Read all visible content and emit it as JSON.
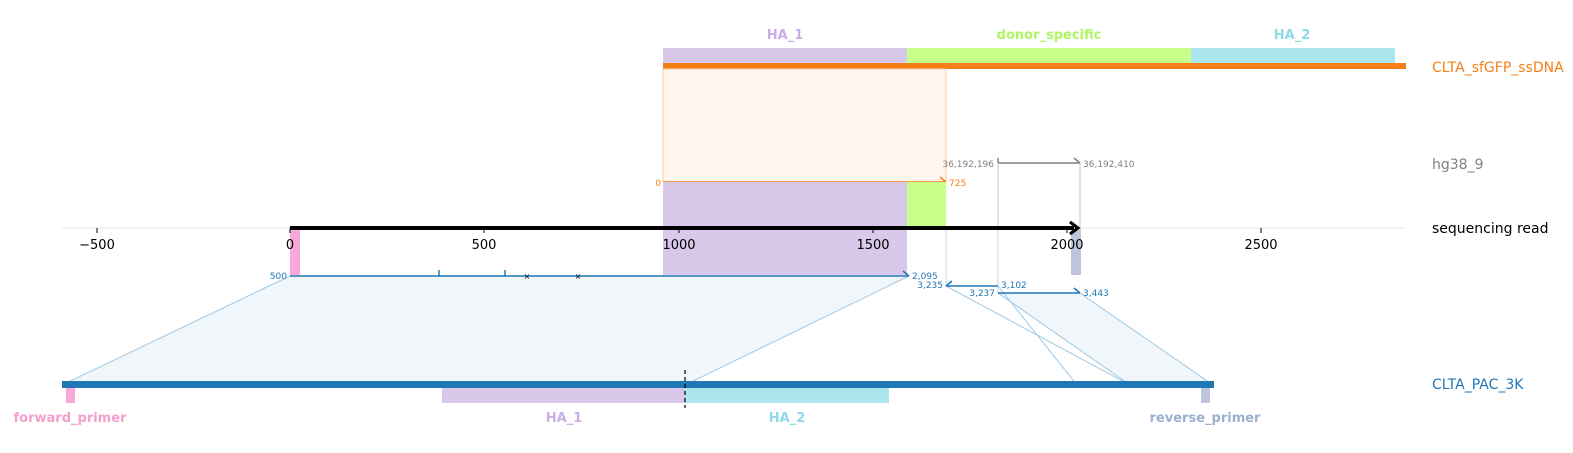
{
  "colors": {
    "ha1": "#d8c8ea",
    "ha1_text": "#c9aee6",
    "donor": "#c8ff8a",
    "donor_text": "#adf562",
    "ha2": "#abe6ef",
    "ha2_text": "#8cd9e7",
    "orange": "#f57f17",
    "gray": "#808080",
    "blue": "#1f77b4",
    "light_blue": "#9ec9e6",
    "pink": "#f9a9d9",
    "pink_text": "#f59fcf",
    "slate": "#bcc5dc",
    "slate_text": "#9cb0cf",
    "black": "#000000"
  },
  "top_features": {
    "ha1": "HA_1",
    "donor": "donor_specific",
    "ha2": "HA_2"
  },
  "bottom_features": {
    "forward_primer": "forward_primer",
    "ha1": "HA_1",
    "ha2": "HA_2",
    "reverse_primer": "reverse_primer"
  },
  "tracks": {
    "donor": "CLTA_sfGFP_ssDNA",
    "genome": "hg38_9",
    "read": "sequencing read",
    "amplicon": "CLTA_PAC_3K"
  },
  "axis": {
    "ticks": [
      "−500",
      "0",
      "500",
      "1000",
      "1500",
      "2000",
      "2500"
    ]
  },
  "coords": {
    "genome_start": "36,192,196",
    "genome_end": "36,192,410",
    "donor_start": "0",
    "donor_end": "725",
    "amp_start": "500",
    "amp_end": "2,095",
    "amp_a": "3,235",
    "amp_b": "3,102",
    "amp_c": "3,237",
    "amp_d": "3,443"
  }
}
